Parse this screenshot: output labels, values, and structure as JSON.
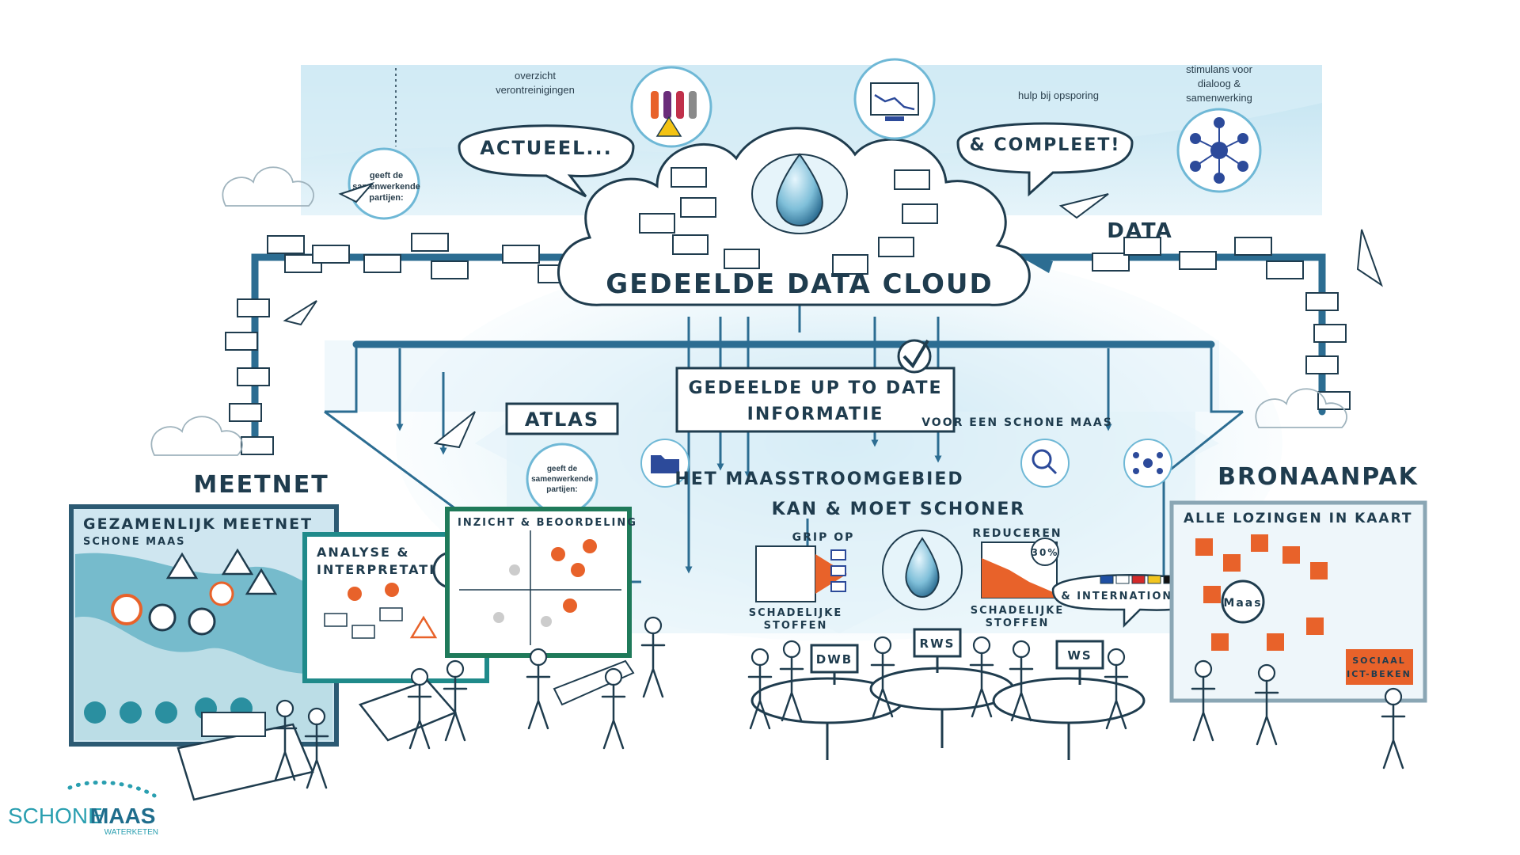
{
  "cloud": {
    "title": "GEDEELDE DATA CLOUD",
    "bubble_left": "ACTUEEL...",
    "bubble_right": "& COMPLEET!",
    "data_label": "DATA"
  },
  "top_notes": {
    "overzicht": [
      "overzicht",
      "verontreinigingen"
    ],
    "hulp": "hulp bij opsporing",
    "stimulans": [
      "stimulans voor",
      "dialoog &",
      "samenwerking"
    ],
    "geeft": [
      "geeft de",
      "samenwerkende",
      "partijen:"
    ]
  },
  "info_banner": {
    "line1": "GEDEELDE UP TO DATE",
    "line2": "INFORMATIE"
  },
  "atlas": {
    "label": "ATLAS",
    "geeft": [
      "geeft de",
      "samenwerkende",
      "partijen:"
    ]
  },
  "center": {
    "voor": "VOOR EEN SCHONE MAAS",
    "line1": "HET MAASSTROOMGEBIED",
    "line2": "KAN & MOET SCHONER",
    "grip_op": "GRIP OP",
    "schadelijke_left": [
      "SCHADELIJKE",
      "STOFFEN"
    ],
    "reduceren": "REDUCEREN",
    "percent": "30%",
    "schadelijke_right": [
      "SCHADELIJKE",
      "STOFFEN"
    ],
    "internationaal": "& INTERNATIONAAL",
    "flags": [
      "#1e4fa3",
      "#ffffff",
      "#d42a2a",
      "#f2c51f",
      "#111111",
      "#f2c51f"
    ]
  },
  "meetnet": {
    "heading": "MEETNET",
    "board1_title": "GEZAMENLIJK MEETNET",
    "board1_sub": "SCHONE MAAS",
    "board2_title": [
      "ANALYSE &",
      "INTERPRETATIE"
    ],
    "board3_title": "INZICHT & BEOORDELING"
  },
  "bronaanpak": {
    "heading": "BRONAANPAK",
    "board_title": "ALLE LOZINGEN IN KAART",
    "maas_tag": "Maas",
    "sign": [
      "SOCIAAL",
      "ICT-BEKEN"
    ]
  },
  "tables": {
    "signs": [
      "DWB",
      "RWS",
      "WS"
    ]
  },
  "logo": {
    "schone": "SCHONE",
    "maas": "MAAS",
    "sub": "WATERKETEN"
  },
  "colors": {
    "accent": "#2c6d92",
    "ink": "#1f3c4e",
    "orange": "#e8622a",
    "sky": "#cfe8f3",
    "logo_teal": "#2a9fb0"
  }
}
